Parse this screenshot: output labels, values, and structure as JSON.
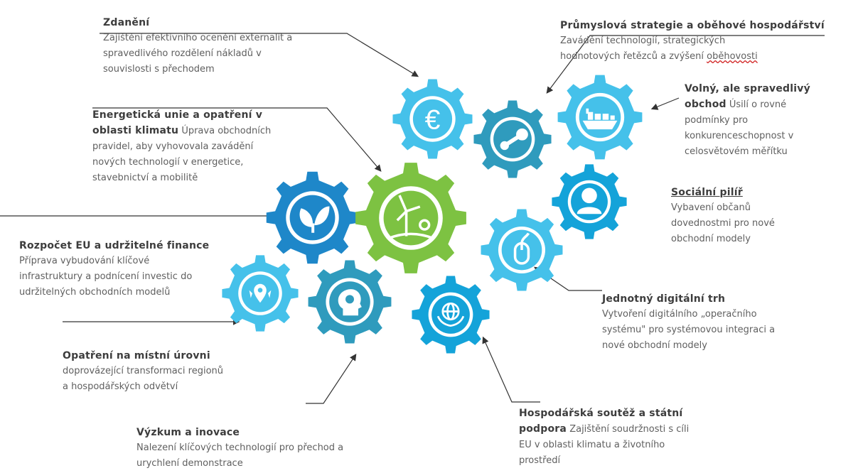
{
  "colors": {
    "green": "#7dc242",
    "dark_blue": "#1e87c9",
    "mid_blue": "#14a3d9",
    "teal": "#2f9bbd",
    "light_blue": "#45c1ea",
    "line": "#333333"
  },
  "gears": [
    {
      "name": "euro-gear",
      "icon": "euro-icon",
      "color": "light_blue"
    },
    {
      "name": "steam-gear",
      "icon": "steam-link-icon",
      "color": "teal"
    },
    {
      "name": "ship-gear",
      "icon": "cargo-ship-icon",
      "color": "light_blue"
    },
    {
      "name": "leaf-gear",
      "icon": "leaf-icon",
      "color": "dark_blue"
    },
    {
      "name": "wind-turbine-gear",
      "icon": "wind-turbine-icon",
      "color": "green"
    },
    {
      "name": "person-gear",
      "icon": "person-icon",
      "color": "mid_blue"
    },
    {
      "name": "mouse-gear",
      "icon": "computer-mouse-icon",
      "color": "light_blue"
    },
    {
      "name": "location-gear",
      "icon": "location-pin-icon",
      "color": "light_blue"
    },
    {
      "name": "head-bulb-gear",
      "icon": "head-lightbulb-icon",
      "color": "teal"
    },
    {
      "name": "globe-hands-gear",
      "icon": "globe-hands-icon",
      "color": "mid_blue"
    }
  ],
  "blocks": {
    "zdaneni": {
      "title": "Zdanění",
      "lines": [
        "Zajištění efektivního ocenění externalit a",
        "spravedlivého rozdělení nákladů v",
        "souvislosti s přechodem"
      ]
    },
    "prumysl": {
      "title": "Průmyslová strategie a oběhové hospodářství",
      "lines": [
        "Zavádění technologií, strategických",
        "hodnotových řetězců a zvýšení "
      ],
      "wavy": "oběhovosti"
    },
    "obchod": {
      "title1": "Volný, ale spravedlivý",
      "title2": "obchod",
      "line1_rest": " Úsilí o rovné",
      "lines": [
        "podmínky pro",
        "konkurenceschopnost v",
        "celosvětovém měřítku"
      ]
    },
    "energie": {
      "title1": "Energetická unie a opatření v",
      "title2": "oblasti klimatu",
      "line2_rest": " Úprava obchodních",
      "lines": [
        "pravidel, aby vyhovovala zavádění",
        "nových technologií v energetice,",
        "stavebnictví a mobilitě"
      ]
    },
    "socialni": {
      "title": "Sociální pilíř",
      "lines": [
        "Vybavení občanů",
        "dovednostmi pro nové",
        "obchodní modely"
      ]
    },
    "rozpocet": {
      "title": "Rozpočet EU a udržitelné finance",
      "lines": [
        "Příprava vybudování klíčové",
        "infrastruktury a podnícení investic do",
        "udržitelných obchodních modelů"
      ]
    },
    "digital": {
      "title": "Jednotný digitální trh",
      "lines": [
        "Vytvoření digitálního „operačního",
        "systému\" pro systémovou integraci a",
        "nové obchodní modely"
      ]
    },
    "mistni": {
      "title": "Opatření na místní úrovni",
      "lines": [
        "doprovázející transformaci regionů",
        "a hospodářských odvětví"
      ]
    },
    "soutez": {
      "title1": "Hospodářská soutěž a státní",
      "title2": "podpora",
      "line2_rest": " Zajištění soudržnosti s cíli",
      "lines": [
        "EU v oblasti klimatu a životního",
        "prostředí"
      ]
    },
    "vyzkum": {
      "title": "Výzkum a inovace",
      "lines": [
        "Nalezení klíčových technologií pro přechod a",
        "urychlení demonstrace"
      ]
    }
  }
}
